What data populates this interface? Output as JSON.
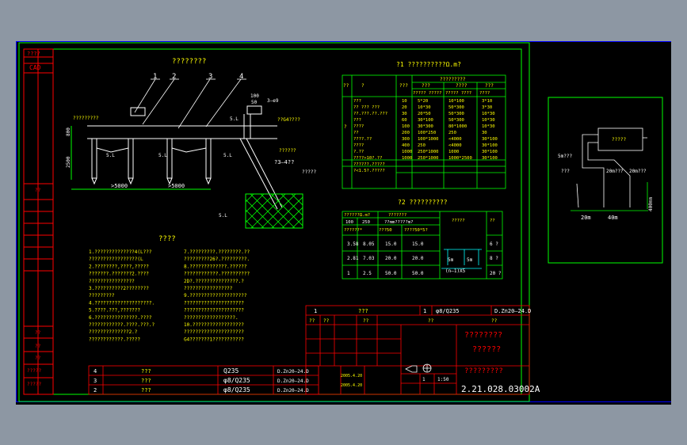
{
  "colors": {
    "background": "#000000",
    "frame": "#00ff00",
    "table": "#ff0000",
    "text": "#ffff00",
    "dim": "#ffffff",
    "accent": "#00ffff",
    "title_block": "#ffffff"
  },
  "left_strip": {
    "top_label": "????",
    "cad_label": "CAD",
    "labels": [
      "??",
      "??",
      "??",
      "??",
      "?????",
      "?????"
    ]
  },
  "main_title": "????????",
  "callouts": [
    "1",
    "2",
    "3",
    "4"
  ],
  "drawing": {
    "dim_100": "100",
    "dim_50": "50",
    "dim_3e9": "3–e9",
    "ground_label": "?????????",
    "height_800": "800",
    "height_2500": "2500",
    "note_c4": "??G4????",
    "label_5L": "5.L",
    "span_1": ">5000",
    "span_2": ">5000",
    "note_a": "??????",
    "note_b": "?3–4??",
    "note_c": "?????"
  },
  "notes_title": "????",
  "notes_left": [
    "1.??????????????4(L???",
    "  ?????????????????(L",
    "2.????????,????,?????",
    "  ???????.???????2.????",
    "  ????????????????",
    "3.??????????2????????",
    "  ?????????",
    "4.????????????????????.",
    "5.????.???,???????",
    "6.???????????????.????",
    "  ????????????.????.???.?",
    "  ??????????????2.?",
    "  ????????????.?????"
  ],
  "notes_right": [
    "7.?????????.????????.??",
    "  ?????????26?.?????????.",
    "8.?????????????.??????",
    "  ????????????.??????????",
    "  2D?.???????????????.?",
    "  ?????????????????",
    "9.????????????????????",
    "  ?????????????????????",
    "  ?????????????????????",
    "  ??????????????????.",
    "10.??????????????????",
    "  ?????????????????????",
    "  G4???????1???????????"
  ],
  "table1": {
    "title": "?1 ??????????Ω.m?",
    "header_a": [
      "??",
      "?",
      "???"
    ],
    "header_group": "?????????",
    "header_sub": [
      "???",
      "????",
      "???"
    ],
    "header_sub2": [
      "????? ?????",
      "????? ????",
      "????"
    ],
    "rows": [
      [
        "???",
        "10",
        "5*20",
        "10*100",
        "3*10"
      ],
      [
        "?? ??? ???",
        "20",
        "10*30",
        "50*300",
        "3*30"
      ],
      [
        "??.???.??.???",
        "30",
        "20*50",
        "50*300",
        "10*30"
      ],
      [
        "???",
        "60",
        "30*100",
        "50*300",
        "10*30"
      ],
      [
        "????",
        "100",
        "30*300",
        "80*1000",
        "10*30"
      ],
      [
        "??",
        "200",
        "100*250",
        "250",
        "30"
      ],
      [
        "????.??",
        "300",
        "100*1000",
        "<4000",
        "30*100"
      ],
      [
        "????",
        "400",
        "250",
        "<4000",
        "30*100"
      ],
      [
        "?.??",
        "1000",
        "250*1000",
        "1000",
        "30*100"
      ],
      [
        "????>10?.??",
        "1000",
        "250*1000",
        "1000*2500",
        "30*100"
      ],
      [
        "??????.?????",
        "",
        "",
        "",
        ""
      ],
      [
        "?<1.5?.?????",
        "",
        "",
        "",
        ""
      ]
    ],
    "side_label": "?"
  },
  "table2": {
    "title": "?2 ??????????",
    "header": [
      "??????Ω.m?",
      "???????",
      "?????",
      "??"
    ],
    "sub_header": [
      "100",
      "250",
      "??mm?????m?"
    ],
    "sub_header2": [
      "??????*",
      "???50",
      "????50*5?"
    ],
    "rows": [
      [
        "3.58",
        "8.05",
        "15.0",
        "15.0",
        "6 ?"
      ],
      [
        "2.81",
        "7.03",
        "20.0",
        "20.0",
        "8 ?"
      ],
      [
        "1",
        "2.5",
        "50.0",
        "50.0",
        "20 ?"
      ]
    ],
    "diagram_labels": [
      "5m",
      "5m",
      "(n–1)X5"
    ]
  },
  "detail": {
    "box_label": "?????",
    "left_label": "5m???",
    "label_2": "???",
    "label_3": "20m???",
    "label_4": "20m???",
    "dim_20": "20m",
    "dim_40": "40m",
    "dim_400": "400mm"
  },
  "bom": {
    "rows": [
      {
        "no": "4",
        "name": "???",
        "spec": "Q235",
        "std": "D.Zn20–24.D"
      },
      {
        "no": "3",
        "name": "???",
        "spec": "φ8/Q235",
        "std": "D.Zn20–24.D"
      },
      {
        "no": "2",
        "name": "???",
        "spec": "φ8/Q235",
        "std": "D.Zn20–24.D"
      },
      {
        "no": "1",
        "name": "???",
        "spec": "φ8/Q235",
        "std": "D.Zn20–24.D"
      }
    ],
    "header": [
      "??",
      "??",
      "??",
      "??",
      "??"
    ]
  },
  "title_block": {
    "title1": "????????",
    "title2": "??????",
    "project": "?????????",
    "scale": "1:50",
    "sheet": "1",
    "drawing_no": "2.21.028.03002A",
    "small": [
      "??",
      "??",
      "??",
      "??",
      "??",
      "??",
      "??",
      "??",
      "2005.4.20",
      "2005.4.20"
    ]
  }
}
